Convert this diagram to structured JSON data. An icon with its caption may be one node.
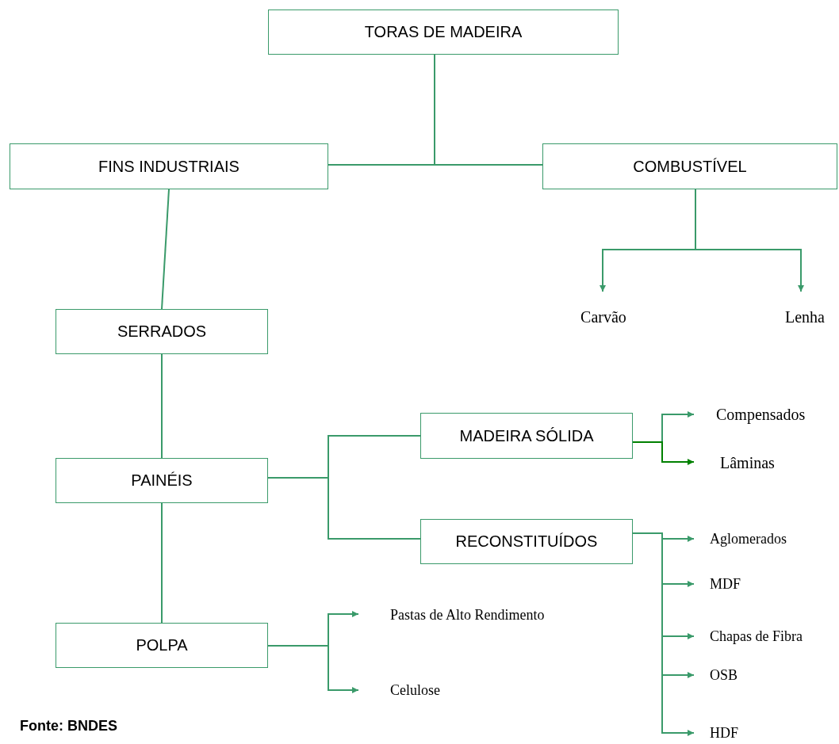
{
  "diagram": {
    "nodes": [
      {
        "text": [
          "TORAS DE MADEIRA"
        ]
      },
      {
        "text": [
          "FINS INDUSTRIAIS"
        ]
      },
      {
        "text": [
          "COMBUSTÍVEL"
        ]
      },
      {
        "text": [
          "Carvão"
        ]
      },
      {
        "text": [
          "Lenha"
        ]
      },
      {
        "text": [
          "SERRADOS"
        ]
      },
      {
        "text": [
          "PAINÉIS"
        ]
      },
      {
        "text": [
          "MADEIRA SÓLIDA"
        ]
      },
      {
        "text": [
          "RECONSTITUÍDOS"
        ]
      },
      {
        "text": [
          "Compensados"
        ]
      },
      {
        "text": [
          "Lâminas"
        ]
      },
      {
        "text": [
          "Aglomerados"
        ]
      },
      {
        "text": [
          "MDF"
        ]
      },
      {
        "text": [
          "Chapas de Fibra"
        ]
      },
      {
        "text": [
          "OSB"
        ]
      },
      {
        "text": [
          "HDF"
        ]
      },
      {
        "text": [
          "POLPA"
        ]
      },
      {
        "text": [
          "Pastas de Alto Rendimento"
        ]
      },
      {
        "text": [
          "Celulose"
        ]
      }
    ],
    "edges": [
      {
        "from": 0,
        "to": 1,
        "arrow": "none"
      },
      {
        "from": 0,
        "to": 2,
        "arrow": "none"
      },
      {
        "from": 2,
        "to": 3,
        "arrow": "to"
      },
      {
        "from": 2,
        "to": 4,
        "arrow": "to"
      },
      {
        "from": 1,
        "to": 5,
        "arrow": "none"
      },
      {
        "from": 5,
        "to": 6,
        "arrow": "none"
      },
      {
        "from": 6,
        "to": 7,
        "arrow": "none"
      },
      {
        "from": 6,
        "to": 8,
        "arrow": "none"
      },
      {
        "from": 7,
        "to": 9,
        "arrow": "to"
      },
      {
        "from": 7,
        "to": 10,
        "arrow": "to",
        "color": "#008000"
      },
      {
        "from": 8,
        "to": 11,
        "arrow": "to"
      },
      {
        "from": 8,
        "to": 12,
        "arrow": "to"
      },
      {
        "from": 8,
        "to": 13,
        "arrow": "to"
      },
      {
        "from": 8,
        "to": 14,
        "arrow": "to"
      },
      {
        "from": 8,
        "to": 15,
        "arrow": "to"
      },
      {
        "from": 6,
        "to": 16,
        "arrow": "none"
      },
      {
        "from": 16,
        "to": 17,
        "arrow": "to"
      },
      {
        "from": 16,
        "to": 18,
        "arrow": "to"
      }
    ],
    "labels": [
      "Fonte: BNDES"
    ]
  }
}
